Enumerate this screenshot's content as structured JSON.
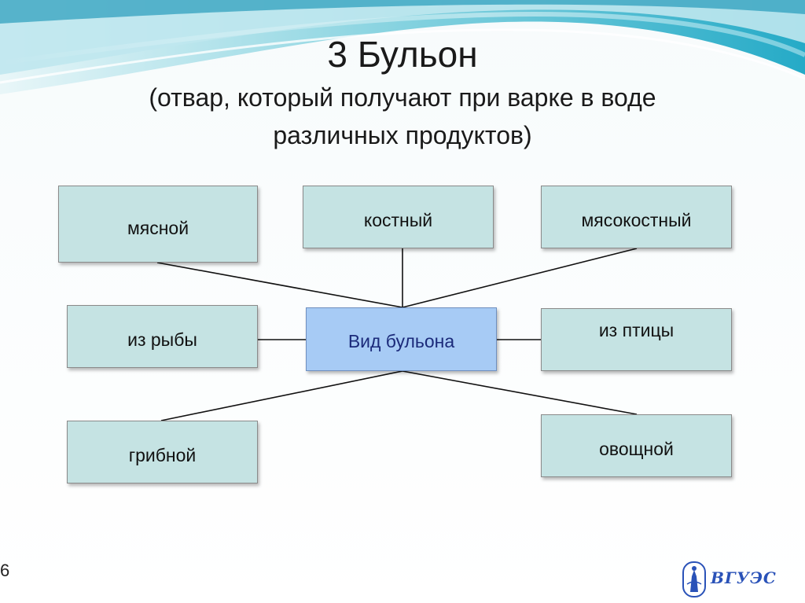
{
  "title": {
    "main": "3 Бульон",
    "subtitle_line1": "(отвар, который получают при варке в воде",
    "subtitle_line2": "различных продуктов)"
  },
  "diagram": {
    "center": "Вид бульона",
    "nodes": {
      "myasnoy": "мясной",
      "kostny": "костный",
      "myasokostny": "мясокостный",
      "iz_ryby": "из рыбы",
      "iz_ptitsy": "из птицы",
      "gribnoy": "грибной",
      "ovoshchnoy": "овощной"
    }
  },
  "footer": {
    "page_number": "6",
    "logo_text": "ВГУЭС"
  }
}
